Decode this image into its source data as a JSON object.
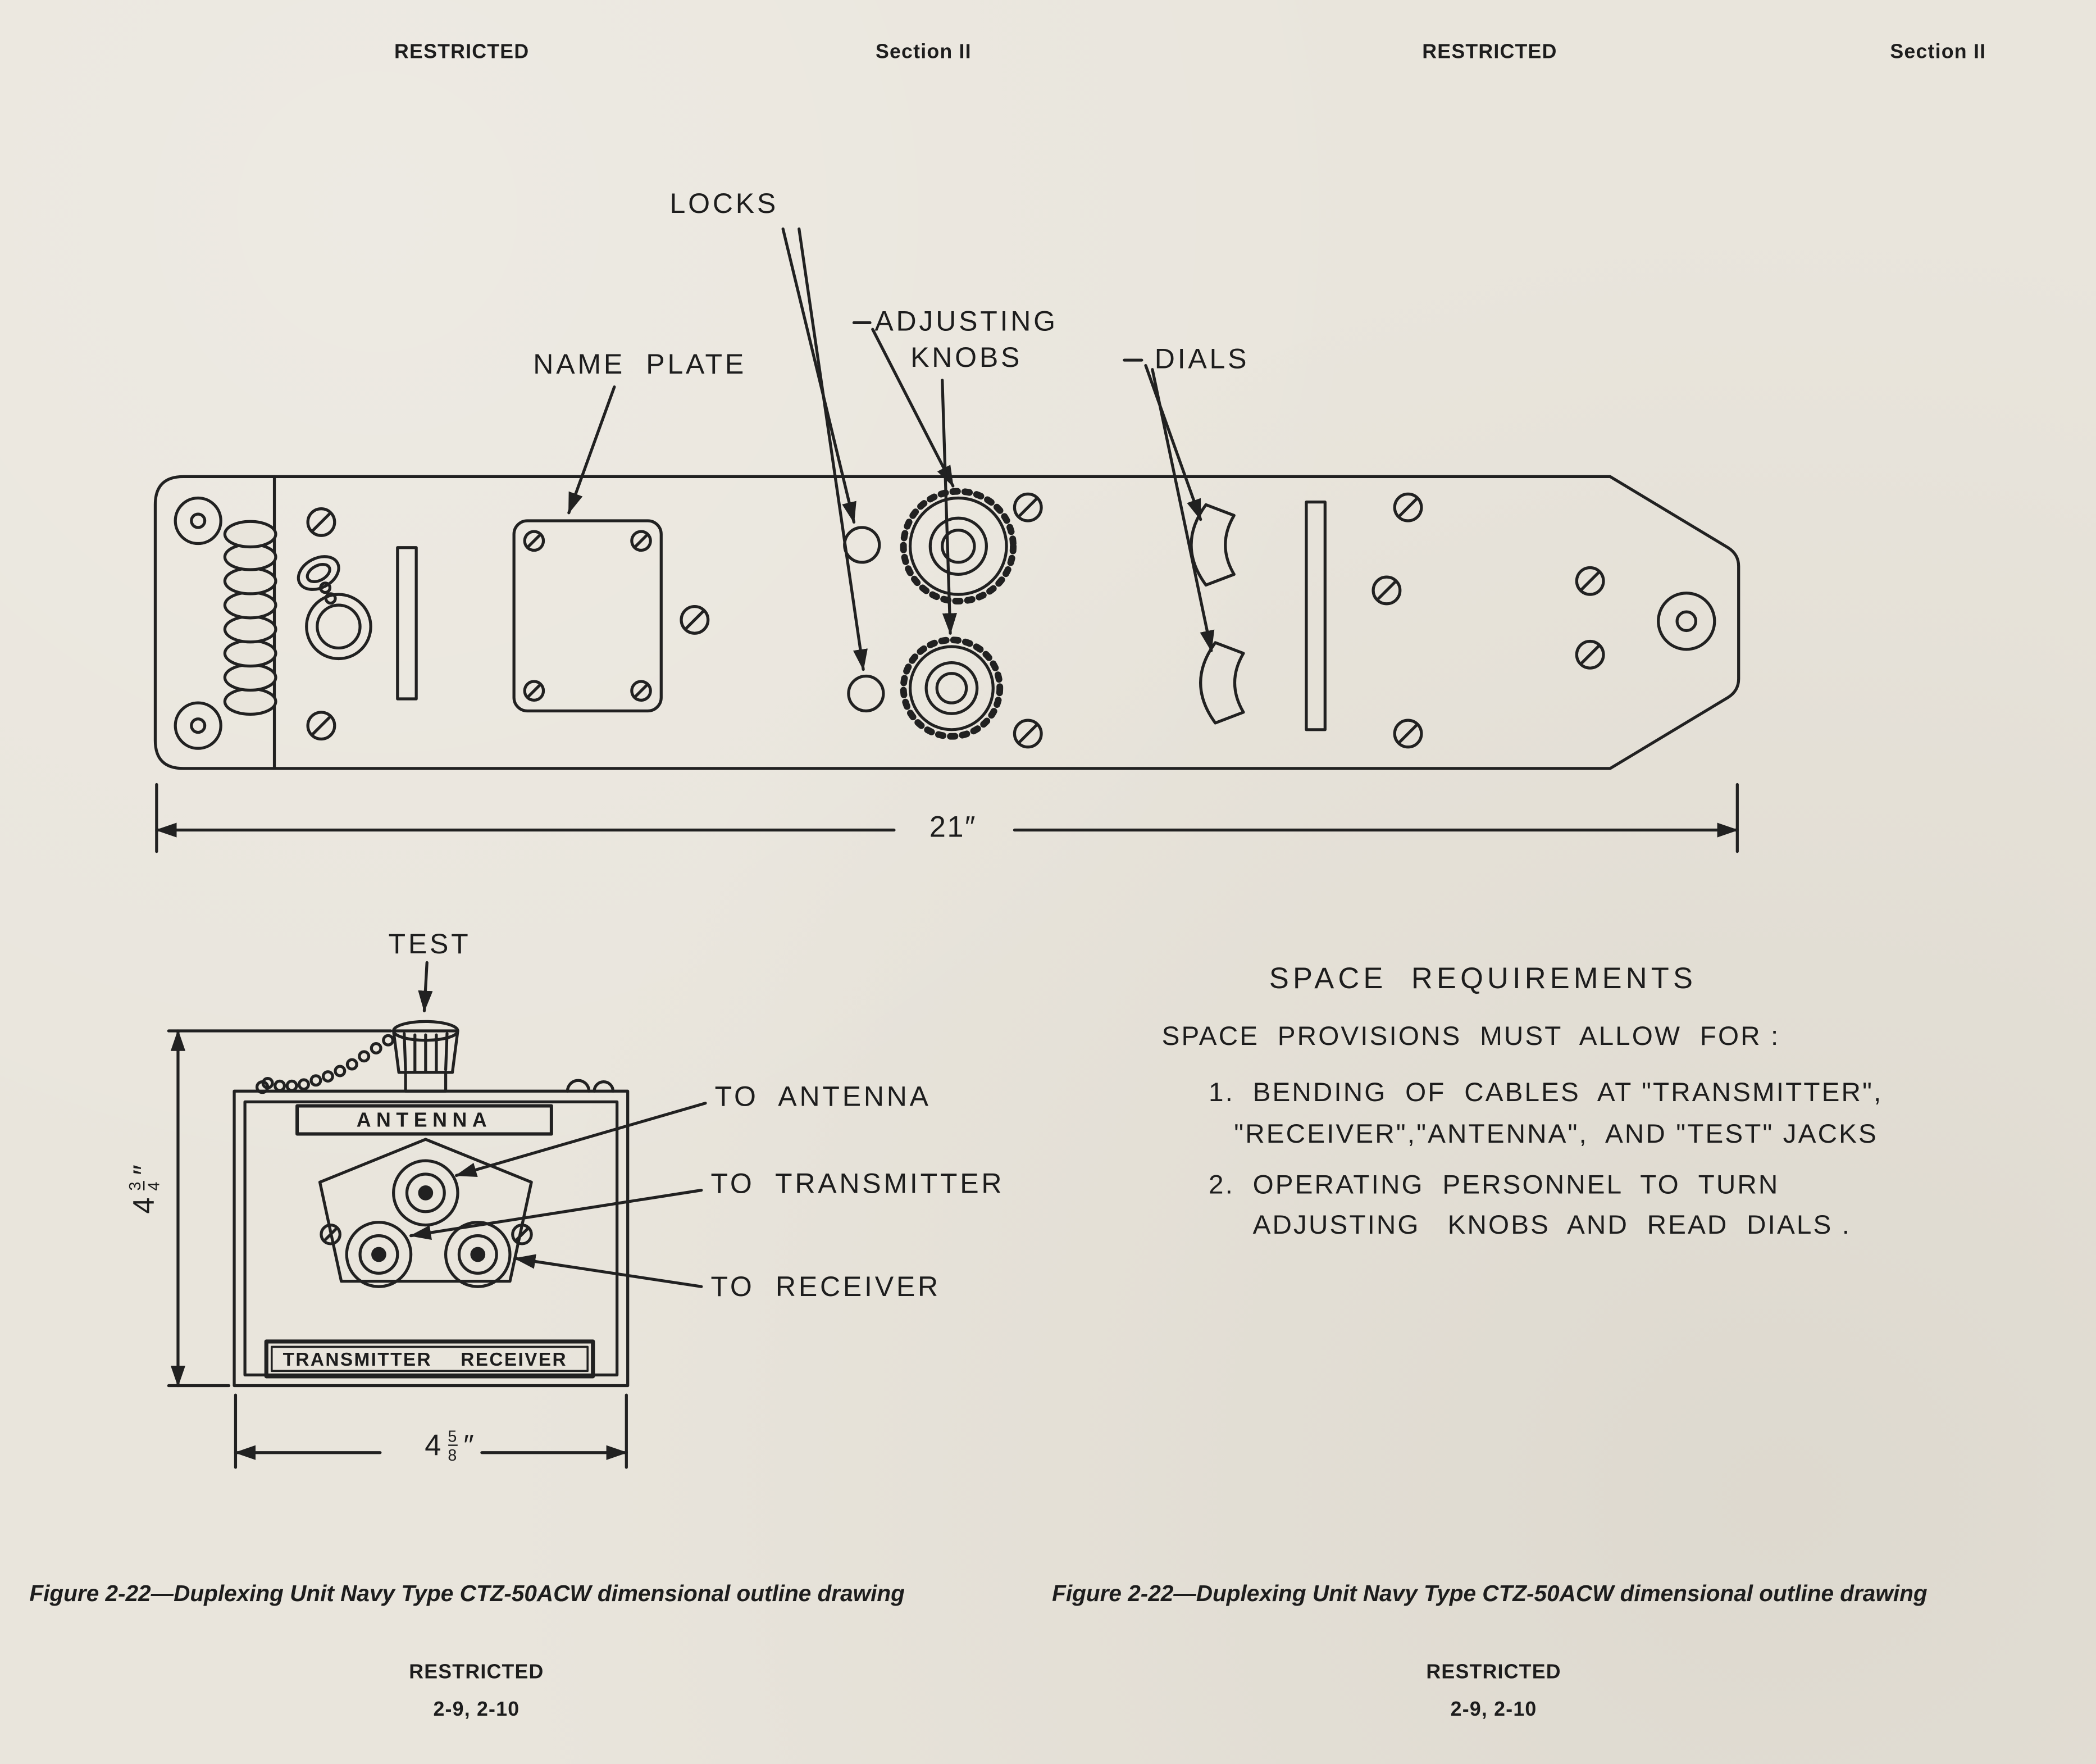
{
  "masthead": {
    "left": {
      "restricted": "RESTRICTED",
      "section": "Section II"
    },
    "right": {
      "restricted": "RESTRICTED",
      "section": "Section II"
    }
  },
  "panel_view": {
    "labels": {
      "locks": "LOCKS",
      "name_plate": "NAME  PLATE",
      "adjusting": "ADJUSTING",
      "knobs": "KNOBS",
      "dials": "DIALS"
    },
    "width_dim": "21″"
  },
  "end_view": {
    "labels": {
      "test": "TEST",
      "antenna_plate": "ANTENNA",
      "transmitter_plate": "TRANSMITTER",
      "receiver_plate": "RECEIVER",
      "to_antenna": "TO  ANTENNA",
      "to_transmitter": "TO  TRANSMITTER",
      "to_receiver": "TO  RECEIVER"
    },
    "height_dim": {
      "whole": "4",
      "num": "3",
      "den": "4",
      "unit": "″"
    },
    "width_dim": {
      "whole": "4",
      "num": "5",
      "den": "8",
      "unit": "″"
    }
  },
  "space_requirements": {
    "title": "SPACE  REQUIREMENTS",
    "intro": "SPACE  PROVISIONS  MUST  ALLOW  FOR :",
    "item1_line1": "1.  BENDING  OF  CABLES  AT \"TRANSMITTER\",",
    "item1_line2": "\"RECEIVER\",\"ANTENNA\",  AND \"TEST\" JACKS",
    "item2_line1": "2.  OPERATING  PERSONNEL  TO  TURN",
    "item2_line2": "ADJUSTING   KNOBS  AND  READ  DIALS ."
  },
  "footer": {
    "left": {
      "caption": "Figure 2-22—Duplexing Unit Navy Type CTZ-50ACW dimensional outline drawing",
      "restricted": "RESTRICTED",
      "pages": "2-9, 2-10"
    },
    "right": {
      "caption": "Figure 2-22—Duplexing Unit Navy Type CTZ-50ACW dimensional outline drawing",
      "restricted": "RESTRICTED",
      "pages": "2-9, 2-10"
    }
  }
}
